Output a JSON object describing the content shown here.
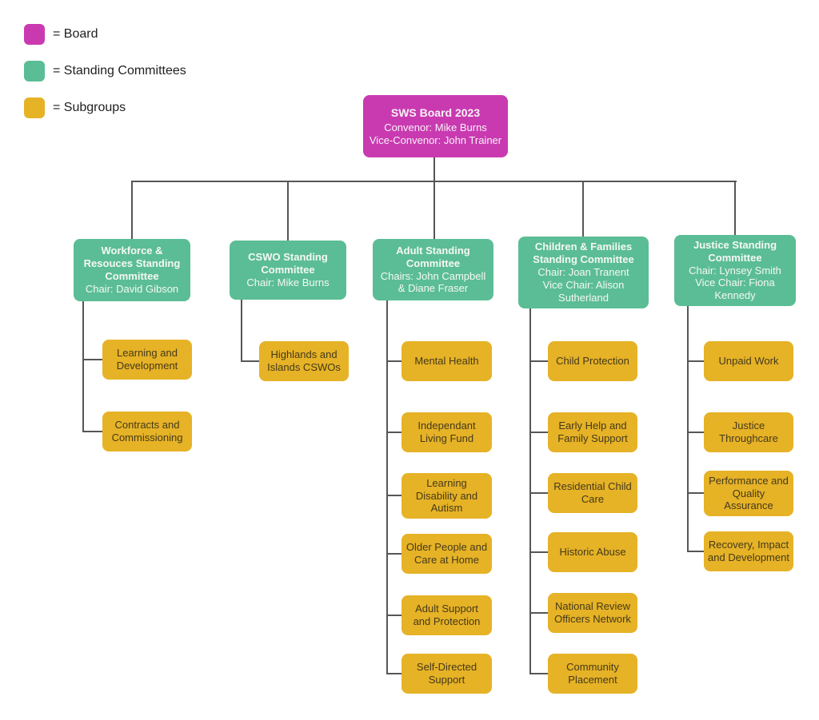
{
  "colors": {
    "board": "#C93AB1",
    "standing_committee": "#5BBD95",
    "subgroup": "#E6B226",
    "connector": "#565656",
    "background": "#FFFFFF"
  },
  "legend": {
    "items": [
      {
        "swatch": "board-swatch",
        "label": "= Board"
      },
      {
        "swatch": "standing-committees-swatch",
        "label": "= Standing Committees"
      },
      {
        "swatch": "subgroups-swatch",
        "label": "= Subgroups"
      }
    ]
  },
  "board": {
    "title": "SWS Board 2023",
    "convenor": "Convenor: Mike Burns",
    "vice_convenor": "Vice-Convenor: John Trainer"
  },
  "committees": [
    {
      "title": "Workforce & Resouces Standing Committee",
      "chair": "Chair: David Gibson",
      "subgroups": [
        "Learning and Development",
        "Contracts and Commissioning"
      ]
    },
    {
      "title": "CSWO Standing Committee",
      "chair": "Chair: Mike Burns",
      "subgroups": [
        "Highlands and Islands CSWOs"
      ]
    },
    {
      "title": "Adult Standing Committee",
      "chair": "Chairs: John Campbell & Diane Fraser",
      "subgroups": [
        "Mental Health",
        "Independant Living Fund",
        "Learning Disability and Autism",
        "Older People and Care at Home",
        "Adult Support and Protection",
        "Self-Directed Support"
      ]
    },
    {
      "title": "Children & Families Standing Committee",
      "chair": "Chair: Joan Tranent",
      "vice_chair": "Vice Chair: Alison Sutherland",
      "subgroups": [
        "Child Protection",
        "Early Help and Family Support",
        "Residential Child Care",
        "Historic Abuse",
        "National Review Officers Network",
        "Community Placement"
      ]
    },
    {
      "title": "Justice Standing Committee",
      "chair": "Chair: Lynsey Smith",
      "vice_chair": "Vice Chair: Fiona Kennedy",
      "subgroups": [
        "Unpaid Work",
        "Justice Throughcare",
        "Performance and Quality Assurance",
        "Recovery, Impact and Development"
      ]
    }
  ]
}
